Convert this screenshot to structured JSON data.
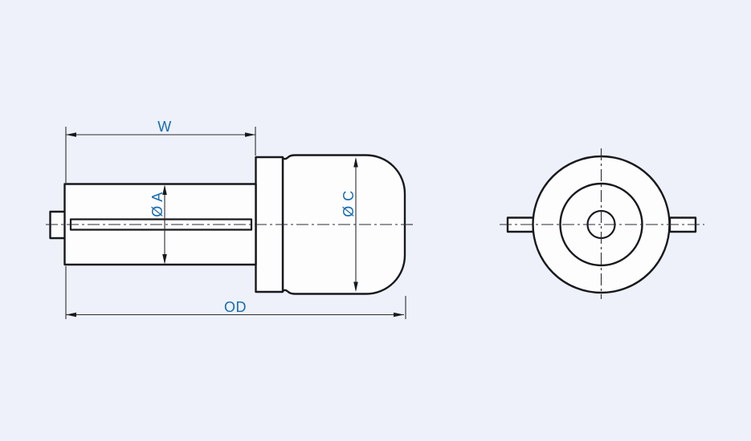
{
  "colors": {
    "background": "#eef1f9",
    "outline": "#17191d",
    "dimension_line": "#2b2d33",
    "label_blue": "#166cb3",
    "part_fill": "#fdfdfe"
  },
  "dimensions": {
    "w": "W",
    "dia_a": "Ø A",
    "dia_c": "Ø C",
    "od": "OD"
  }
}
